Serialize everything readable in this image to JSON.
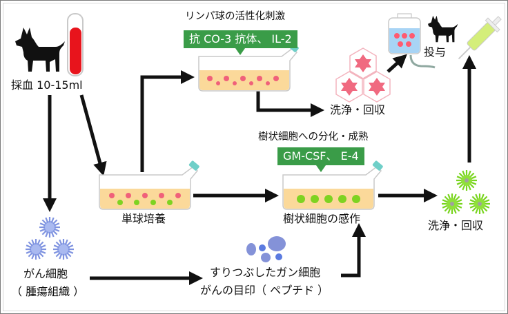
{
  "diagram": {
    "title": "",
    "labels": {
      "blood_draw": "採血 10-15ml",
      "monocyte_culture": "単球培養",
      "cancer_cells": "がん細胞",
      "tumor_tissue": "（ 腫瘍組織 ）",
      "crushed_cells": "すりつぶしたガン細胞",
      "cancer_marker": "がんの目印（ ペプチド ）",
      "dc_sensitization": "樹状細胞の感作",
      "dc_differentiation": "樹状細胞への分化・成熟",
      "lymphocyte_activation": "リンパ球の活性化刺激",
      "wash_collect_top": "洗浄・回収",
      "wash_collect_right": "洗浄・回収",
      "administration": "投与"
    },
    "callouts": {
      "lymphocyte_reagents": "抗 CO-3 抗体、 IL-2",
      "dc_reagents": "GM-CSF、 E-4"
    },
    "colors": {
      "callout_green": "#3a9c48",
      "blood_red": "#e8141c",
      "medium_orange": "#fbd99a",
      "flask_cap": "#6fcfc8",
      "lymphocyte_pink": "#f0607a",
      "dendritic_green": "#7ed321",
      "cancer_blue": "#8fa3e8",
      "iv_bag_blue": "#a8d4f5",
      "syringe_fill": "#d4ee7a"
    }
  }
}
